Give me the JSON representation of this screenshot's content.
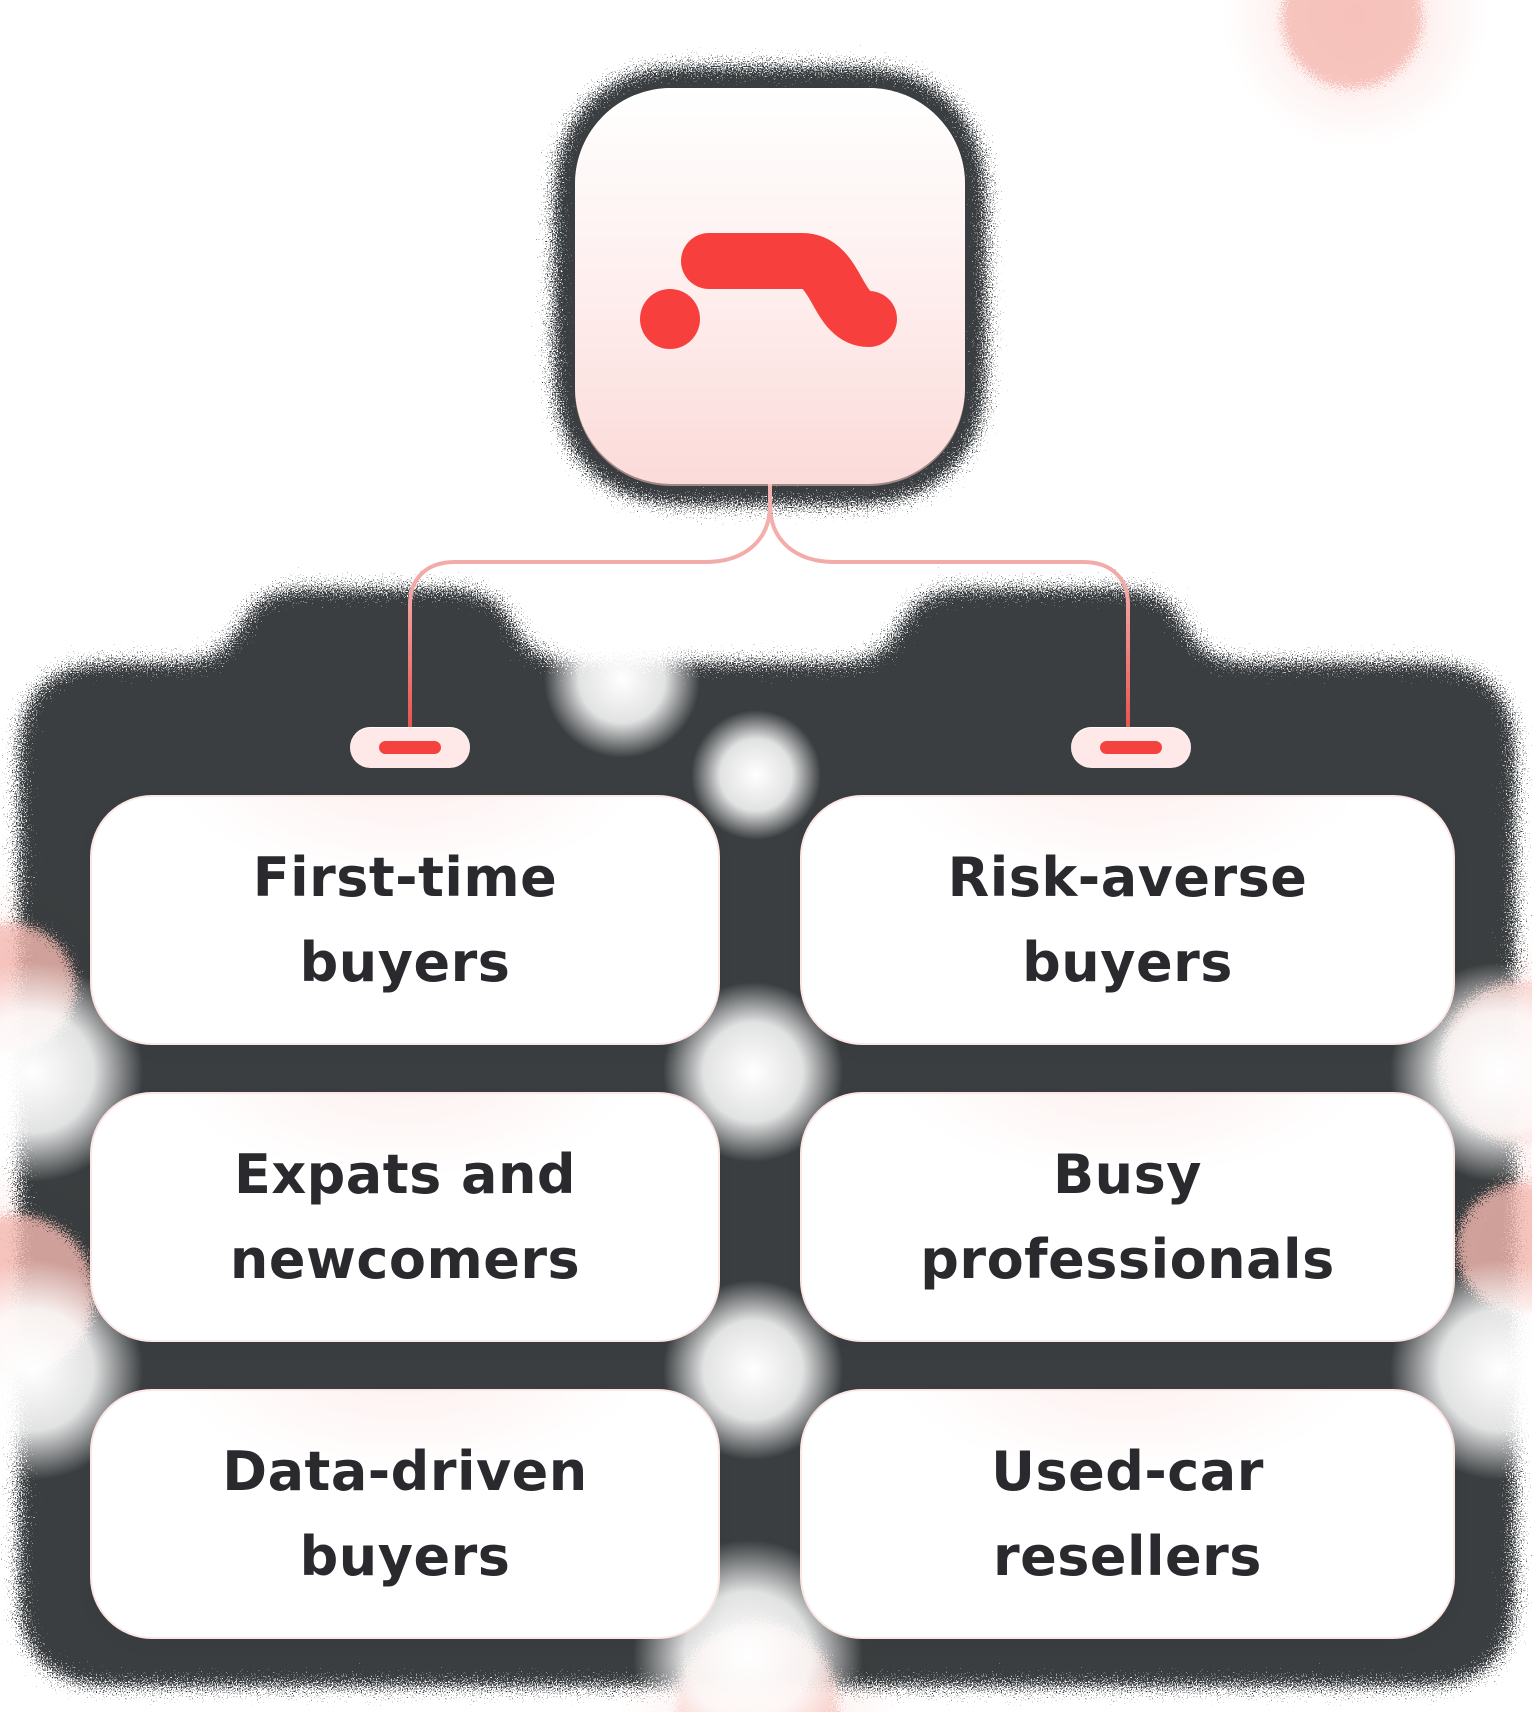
{
  "diagram": {
    "type": "mindmap",
    "root_node": {
      "icon": "route-logo-icon"
    },
    "collapse_controls": [
      {
        "icon": "minus-icon"
      },
      {
        "icon": "minus-icon"
      }
    ],
    "cards": [
      {
        "label": "First-time\nbuyers"
      },
      {
        "label": "Risk-averse\nbuyers"
      },
      {
        "label": "Expats and\nnewcomers"
      },
      {
        "label": "Busy\nprofessionals"
      },
      {
        "label": "Data-driven\nbuyers"
      },
      {
        "label": "Used-car\nresellers"
      }
    ],
    "colors": {
      "accent_red": "#f7403e",
      "connector_pink": "#f2a8a6",
      "connector_red": "#e94b44",
      "tile_pink": "#fbdbd9",
      "pill_bg": "#ffe9e8",
      "card_bg": "#ffffff",
      "card_border_pink": "#fde7e5",
      "text": "#2a2a2e",
      "grain_shadow": "#1f2326"
    }
  }
}
